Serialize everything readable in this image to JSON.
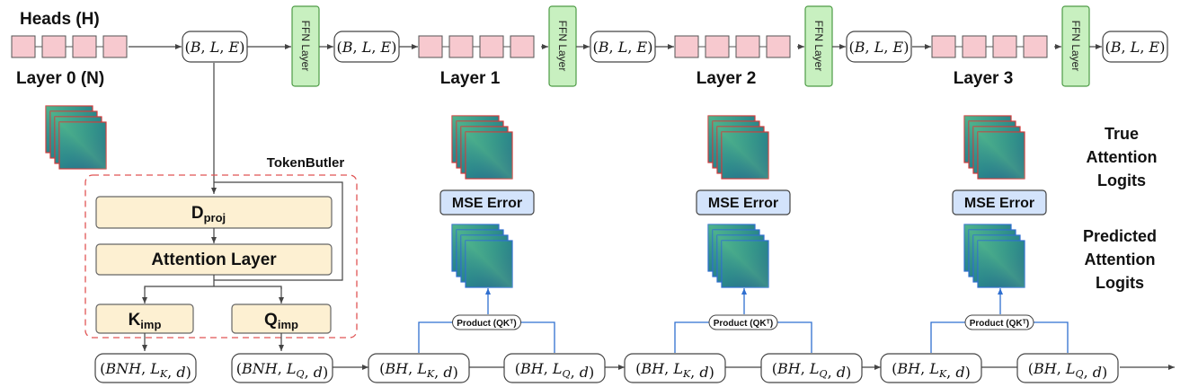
{
  "labels": {
    "heads": "Heads (H)",
    "layer0": "Layer 0 (N)",
    "layer1": "Layer 1",
    "layer2": "Layer 2",
    "layer3": "Layer 3",
    "tokenbutler": "TokenButler",
    "true_attention": [
      "True",
      "Attention",
      "Logits"
    ],
    "predicted_attention": [
      "Predicted",
      "Attention",
      "Logits"
    ]
  },
  "shape_main": "(B, L, E)",
  "ffn_label": "FFN Layer",
  "mse_label": "MSE Error",
  "product_label": "Product (QKᵀ)",
  "tokenbutler_blocks": {
    "dproj_main": "D",
    "dproj_sub": "proj",
    "attention": "Attention Layer",
    "kimp_main": "K",
    "kimp_sub": "imp",
    "qimp_main": "Q",
    "qimp_sub": "imp"
  },
  "bottom_shapes": {
    "bnh_k": "(BNH, L_K, d)",
    "bnh_q": "(BNH, L_Q, d)",
    "bh_k": "(BH, L_K, d)",
    "bh_q": "(BH, L_Q, d)"
  },
  "colors": {
    "head_fill": "#f7c9cf",
    "ffn_fill": "#c8f0c0",
    "ffn_stroke": "#4d9b45",
    "block_fill": "#fdf0d2",
    "mse_fill": "#d3e3fb",
    "dashed_red": "#e05555",
    "blue_line": "#2f6fd0",
    "matrix_red": "#d23a3a"
  }
}
